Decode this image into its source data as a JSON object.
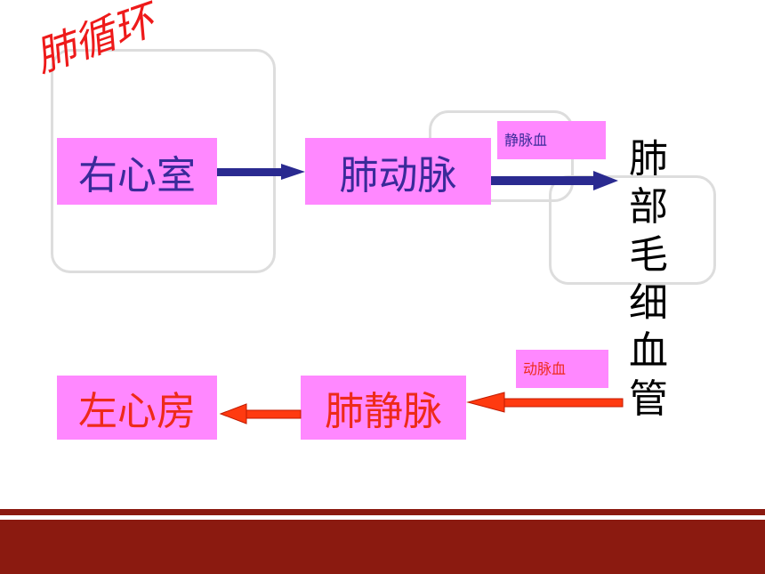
{
  "title": "肺循环",
  "nodes": {
    "right_ventricle": "右心室",
    "pulmonary_artery": "肺动脉",
    "lung_capillaries": [
      "肺",
      "部",
      "毛",
      "细",
      "血",
      "管"
    ],
    "pulmonary_vein": "肺静脉",
    "left_atrium": "左心房"
  },
  "labels": {
    "venous_blood": "静脉血",
    "arterial_blood": "动脉血"
  },
  "colors": {
    "box_fill": "#ff88ff",
    "blue_text": "#3a2a9a",
    "red_text": "#ee2a1a",
    "arrow_blue": "#2a2a90",
    "arrow_red": "#ff3a10",
    "band": "#8b1a10"
  }
}
